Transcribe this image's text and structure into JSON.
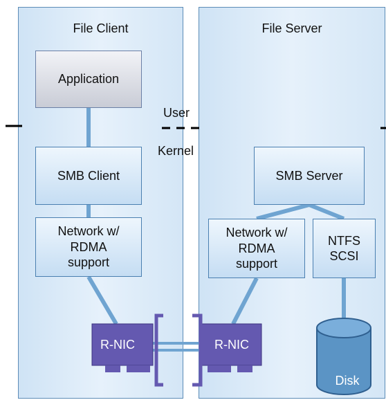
{
  "client": {
    "title": "File Client"
  },
  "server": {
    "title": "File Server"
  },
  "boxes": {
    "application": "Application",
    "smb_client": "SMB Client",
    "network_client": "Network w/\nRDMA\nsupport",
    "smb_server": "SMB Server",
    "network_server": "Network w/\nRDMA\nsupport",
    "ntfs_scsi": "NTFS\nSCSI"
  },
  "divider": {
    "user": "User",
    "kernel": "Kernel"
  },
  "nic": {
    "left": "R-NIC",
    "right": "R-NIC"
  },
  "disk": {
    "label": "Disk"
  },
  "colors": {
    "nic_fill": "#6459b0",
    "connector": "#6fa4d1",
    "disk_fill": "#5b94c5"
  }
}
